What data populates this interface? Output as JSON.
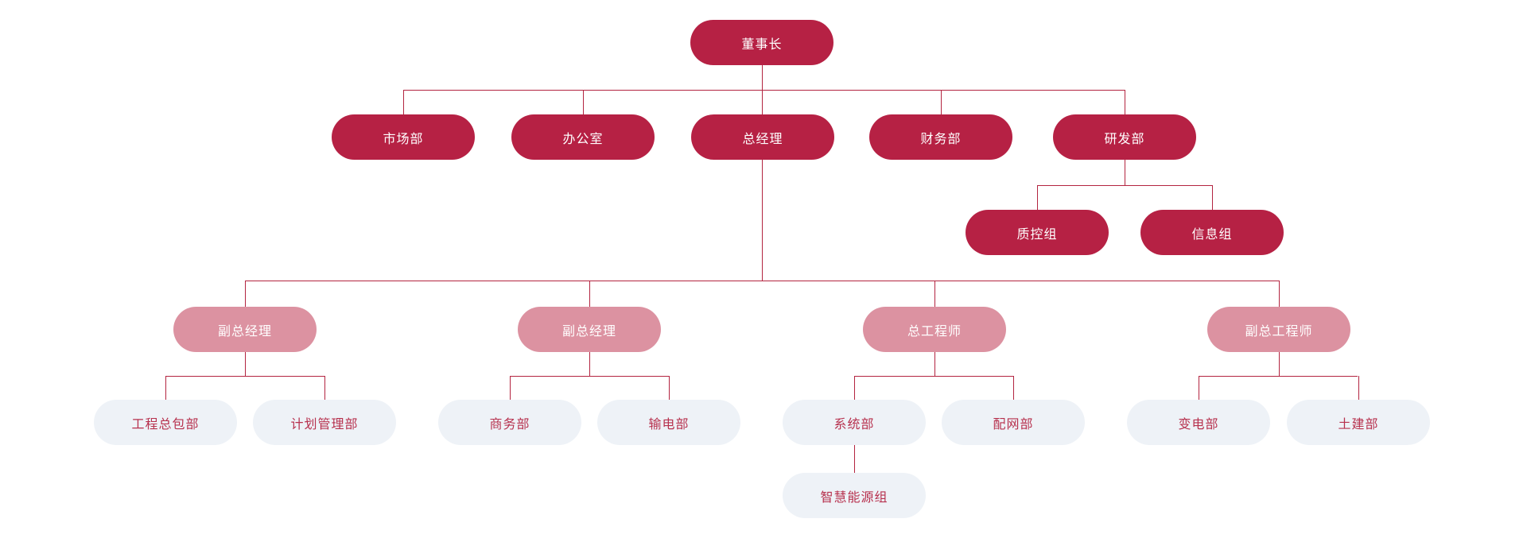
{
  "colors": {
    "primary": "#b62144",
    "secondary": "#dc92a1",
    "tertiary": "#eef2f7",
    "connector": "#b32440",
    "text_on_dark": "#ffffff",
    "text_on_light": "#b7314e",
    "canvas": "#ffffff"
  },
  "nodes": {
    "chairman": {
      "label": "董事长",
      "level": "primary"
    },
    "marketing": {
      "label": "市场部",
      "level": "primary"
    },
    "office": {
      "label": "办公室",
      "level": "primary"
    },
    "general_manager": {
      "label": "总经理",
      "level": "primary"
    },
    "finance": {
      "label": "财务部",
      "level": "primary"
    },
    "rnd": {
      "label": "研发部",
      "level": "primary"
    },
    "qc_group": {
      "label": "质控组",
      "level": "primary"
    },
    "info_group": {
      "label": "信息组",
      "level": "primary"
    },
    "deputy_gm_1": {
      "label": "副总经理",
      "level": "secondary"
    },
    "deputy_gm_2": {
      "label": "副总经理",
      "level": "secondary"
    },
    "chief_engineer": {
      "label": "总工程师",
      "level": "secondary"
    },
    "deputy_chief_engineer": {
      "label": "副总工程师",
      "level": "secondary"
    },
    "epc_dept": {
      "label": "工程总包部",
      "level": "tertiary"
    },
    "planning_dept": {
      "label": "计划管理部",
      "level": "tertiary"
    },
    "business_dept": {
      "label": "商务部",
      "level": "tertiary"
    },
    "transmission_dept": {
      "label": "输电部",
      "level": "tertiary"
    },
    "system_dept": {
      "label": "系统部",
      "level": "tertiary"
    },
    "distribution_dept": {
      "label": "配网部",
      "level": "tertiary"
    },
    "substation_dept": {
      "label": "变电部",
      "level": "tertiary"
    },
    "civil_dept": {
      "label": "土建部",
      "level": "tertiary"
    },
    "smart_energy_group": {
      "label": "智慧能源组",
      "level": "tertiary"
    }
  },
  "hierarchy": {
    "chairman": [
      "marketing",
      "office",
      "general_manager",
      "finance",
      "rnd"
    ],
    "rnd": [
      "qc_group",
      "info_group"
    ],
    "general_manager": [
      "deputy_gm_1",
      "deputy_gm_2",
      "chief_engineer",
      "deputy_chief_engineer"
    ],
    "deputy_gm_1": [
      "epc_dept",
      "planning_dept"
    ],
    "deputy_gm_2": [
      "business_dept",
      "transmission_dept"
    ],
    "chief_engineer": [
      "system_dept",
      "distribution_dept"
    ],
    "deputy_chief_engineer": [
      "substation_dept",
      "civil_dept"
    ],
    "system_dept": [
      "smart_energy_group"
    ]
  }
}
